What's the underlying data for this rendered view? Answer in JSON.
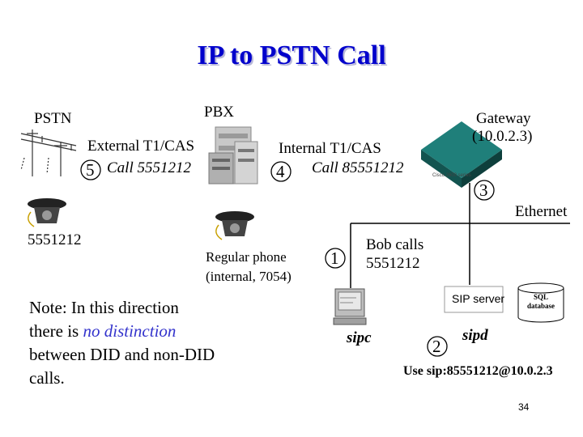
{
  "title": "IP to PSTN Call",
  "labels": {
    "pstn": "PSTN",
    "pbx": "PBX",
    "gateway_line1": "Gateway",
    "gateway_line2": "(10.0.2.3)",
    "external_trunk": "External T1/CAS",
    "internal_trunk": "Internal T1/CAS",
    "call_external": "Call 5551212",
    "call_internal": "Call 85551212",
    "ethernet": "Ethernet",
    "pstn_phone_number": "5551212",
    "regular_phone_line1": "Regular phone",
    "regular_phone_line2": "(internal, 7054)",
    "bob_calls_line1": "Bob calls",
    "bob_calls_line2": "5551212",
    "sip_server": "SIP server",
    "sql_line1": "SQL",
    "sql_line2": "database",
    "sipc": "sipc",
    "sipd": "sipd",
    "use_sip": "Use sip:85551212@10.0.2.3",
    "gateway_model": "Cisco 2600 series"
  },
  "steps": {
    "one": "1",
    "two": "2",
    "three": "3",
    "four": "4",
    "five": "5"
  },
  "note": {
    "before": "Note: In this direction there is ",
    "emphasis": "no distinction",
    "after": " between DID and non-DID calls."
  },
  "page_number": "34",
  "colors": {
    "title": "#0000cc",
    "emphasis": "#3333cc",
    "gateway": "#1f7f7a",
    "phone": "#333333"
  }
}
